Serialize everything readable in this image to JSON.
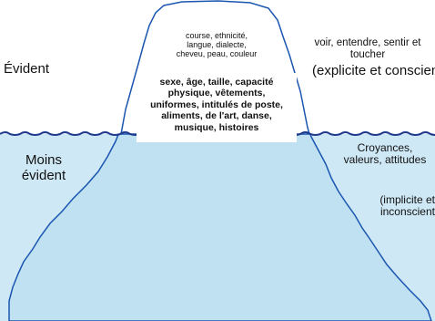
{
  "colors": {
    "water": "#cfe8f5",
    "mountain": "#c0e1f2",
    "outline": "#1a56b0",
    "wave": "#1f3a8c",
    "text": "#111111"
  },
  "labels": {
    "evident": "Évident",
    "less_evident_line1": "Moins",
    "less_evident_line2": "évident",
    "top_small": [
      "course, ethnicité,",
      "langue, dialecte,",
      "cheveu, peau, couleur"
    ],
    "top_bold": [
      "sexe, âge, taille, capacité",
      "physique, vêtements,",
      "uniformes, intitulés de poste,",
      "aliments, de l'art, danse,",
      "musique, histoires"
    ],
    "see_hear": [
      "voir, entendre, sentir et",
      "toucher"
    ],
    "explicit": "(explicite et conscient",
    "beliefs": [
      "Croyances,",
      "valeurs, attitudes"
    ],
    "implicit": [
      "(implicite et",
      "inconscient"
    ]
  }
}
